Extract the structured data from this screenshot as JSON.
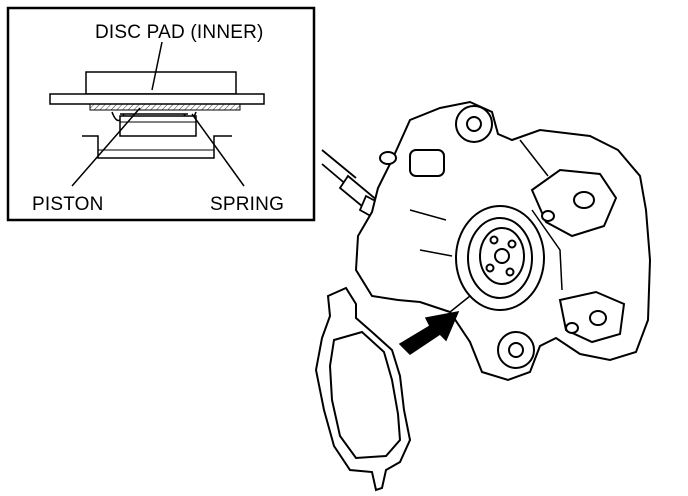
{
  "inset": {
    "labels": {
      "disc_pad": "DISC PAD (INNER)",
      "piston": "PISTON",
      "spring": "SPRING"
    }
  },
  "colors": {
    "ink": "#000000",
    "paper": "#ffffff",
    "hatch": "#333333"
  }
}
